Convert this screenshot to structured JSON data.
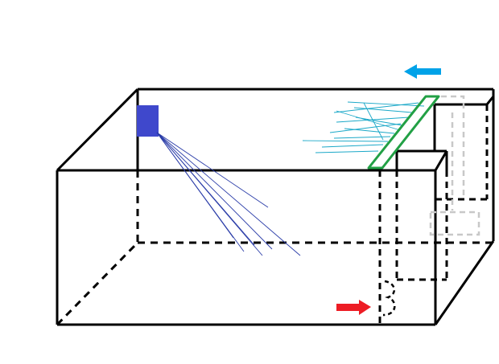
{
  "diagram": {
    "colors": {
      "background": "#ffffff",
      "outline": "#000000",
      "nozzle": "#3f48cc",
      "spray": "#2a3ca8",
      "mist": "#1ba8c8",
      "filter": "#22a045",
      "arrow_in": "#00a2e8",
      "arrow_out": "#ed1c24",
      "ghost": "#c8c8c8"
    },
    "elements": [
      "tank-box",
      "spray-nozzle",
      "spray-jets",
      "angled-filter-plate",
      "mist-jets",
      "inner-chamber",
      "outlet-pipe",
      "inflow-arrow",
      "outflow-arrow"
    ]
  }
}
